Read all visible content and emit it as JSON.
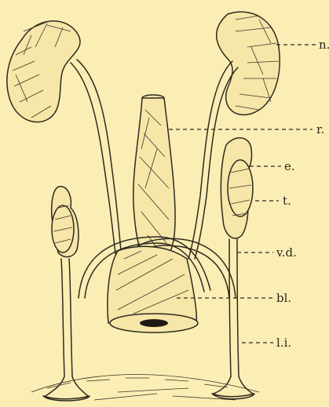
{
  "labels": {
    "n": "n.",
    "r": "r.",
    "e": "e.",
    "t": "t.",
    "vd": "v.d.",
    "bl": "bl.",
    "li": "l.i."
  },
  "colors": {
    "background": "#fbeeb4",
    "ink": "#2e2a20"
  }
}
